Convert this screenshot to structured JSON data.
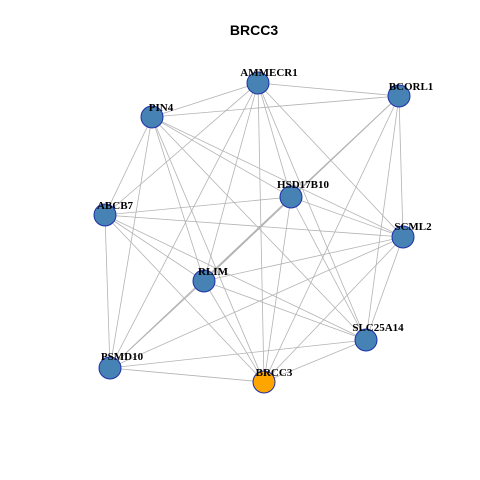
{
  "title": "BRCC3",
  "colors": {
    "default_node": "#4682b4",
    "highlight_node": "#ffa500",
    "node_border": "#1f2fa8",
    "edge": "#b3b3b3"
  },
  "nodes": [
    {
      "id": "AMMECR1",
      "label": "AMMECR1",
      "highlight": false
    },
    {
      "id": "BCORL1",
      "label": "BCORL1",
      "highlight": false
    },
    {
      "id": "PIN4",
      "label": "PIN4",
      "highlight": false
    },
    {
      "id": "HSD17B10",
      "label": "HSD17B10",
      "highlight": false
    },
    {
      "id": "ABCB7",
      "label": "ABCB7",
      "highlight": false
    },
    {
      "id": "SCML2",
      "label": "SCML2",
      "highlight": false
    },
    {
      "id": "RLIM",
      "label": "RLIM",
      "highlight": false
    },
    {
      "id": "SLC25A14",
      "label": "SLC25A14",
      "highlight": false
    },
    {
      "id": "PSMD10",
      "label": "PSMD10",
      "highlight": false
    },
    {
      "id": "BRCC3",
      "label": "BRCC3",
      "highlight": true
    }
  ],
  "edges": [
    [
      "AMMECR1",
      "BCORL1"
    ],
    [
      "AMMECR1",
      "PIN4"
    ],
    [
      "AMMECR1",
      "HSD17B10"
    ],
    [
      "AMMECR1",
      "ABCB7"
    ],
    [
      "AMMECR1",
      "SCML2"
    ],
    [
      "AMMECR1",
      "RLIM"
    ],
    [
      "AMMECR1",
      "SLC25A14"
    ],
    [
      "AMMECR1",
      "PSMD10"
    ],
    [
      "AMMECR1",
      "BRCC3"
    ],
    [
      "BCORL1",
      "PIN4"
    ],
    [
      "BCORL1",
      "HSD17B10"
    ],
    [
      "BCORL1",
      "SCML2"
    ],
    [
      "BCORL1",
      "RLIM"
    ],
    [
      "BCORL1",
      "SLC25A14"
    ],
    [
      "BCORL1",
      "PSMD10"
    ],
    [
      "BCORL1",
      "BRCC3"
    ],
    [
      "PIN4",
      "HSD17B10"
    ],
    [
      "PIN4",
      "ABCB7"
    ],
    [
      "PIN4",
      "SCML2"
    ],
    [
      "PIN4",
      "RLIM"
    ],
    [
      "PIN4",
      "SLC25A14"
    ],
    [
      "PIN4",
      "PSMD10"
    ],
    [
      "PIN4",
      "BRCC3"
    ],
    [
      "HSD17B10",
      "ABCB7"
    ],
    [
      "HSD17B10",
      "SCML2"
    ],
    [
      "HSD17B10",
      "RLIM"
    ],
    [
      "HSD17B10",
      "SLC25A14"
    ],
    [
      "HSD17B10",
      "PSMD10"
    ],
    [
      "HSD17B10",
      "BRCC3"
    ],
    [
      "ABCB7",
      "SCML2"
    ],
    [
      "ABCB7",
      "RLIM"
    ],
    [
      "ABCB7",
      "SLC25A14"
    ],
    [
      "ABCB7",
      "PSMD10"
    ],
    [
      "ABCB7",
      "BRCC3"
    ],
    [
      "SCML2",
      "RLIM"
    ],
    [
      "SCML2",
      "SLC25A14"
    ],
    [
      "SCML2",
      "PSMD10"
    ],
    [
      "SCML2",
      "BRCC3"
    ],
    [
      "RLIM",
      "SLC25A14"
    ],
    [
      "RLIM",
      "PSMD10"
    ],
    [
      "RLIM",
      "BRCC3"
    ],
    [
      "SLC25A14",
      "PSMD10"
    ],
    [
      "SLC25A14",
      "BRCC3"
    ],
    [
      "PSMD10",
      "BRCC3"
    ]
  ]
}
